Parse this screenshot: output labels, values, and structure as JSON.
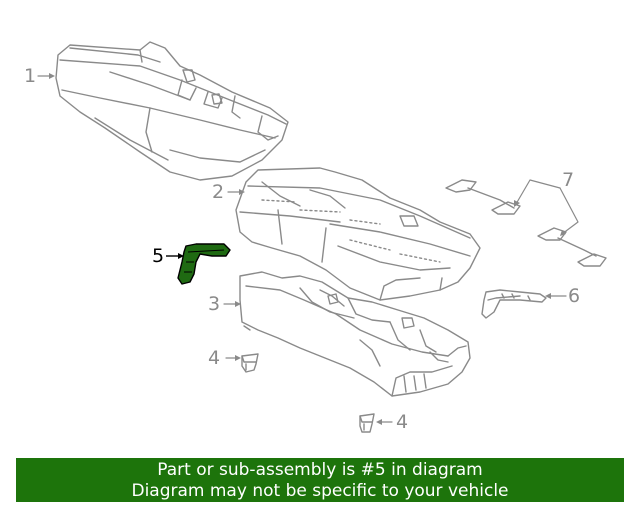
{
  "diagram": {
    "callouts": {
      "c1": "1",
      "c2": "2",
      "c3": "3",
      "c4a": "4",
      "c4b": "4",
      "c5": "5",
      "c6": "6",
      "c7": "7"
    },
    "highlighted_part": "5",
    "colors": {
      "line": "#8a8a8a",
      "highlight_fill": "#1f6a12",
      "highlight_stroke": "#000000",
      "banner_background": "#1d740b",
      "banner_text": "#ffffff"
    }
  },
  "banner": {
    "line1": "Part or sub-assembly is #5 in diagram",
    "line2": "Diagram may not be specific to your vehicle"
  }
}
